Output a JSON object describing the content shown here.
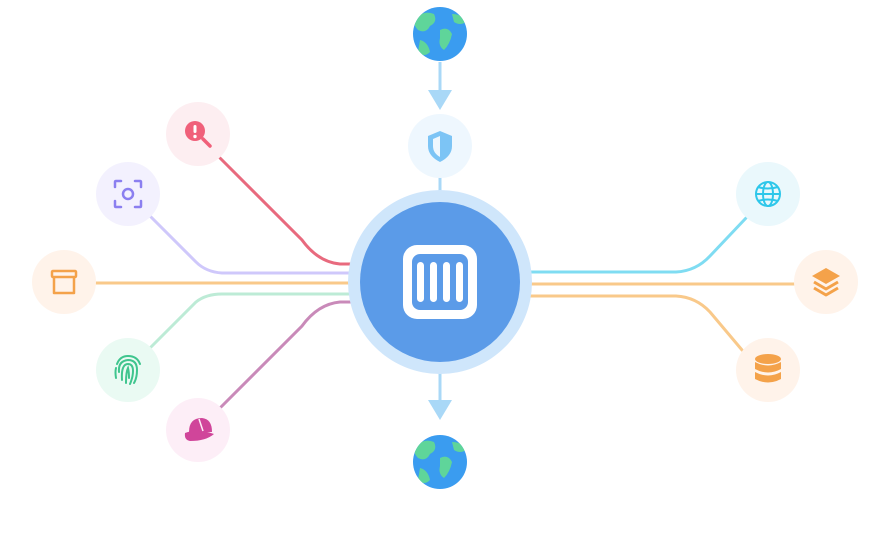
{
  "colors": {
    "hub_fill": "#5b9be8",
    "hub_halo": "#cfe6fb",
    "arrow": "#a9d8f7",
    "globe_ocean": "#3a9cf0",
    "globe_land": "#5fd59a"
  },
  "hub": {
    "icon": "firewall-grid-icon"
  },
  "top_node": {
    "icon": "globe-icon"
  },
  "bottom_node": {
    "icon": "globe-icon"
  },
  "shield_node": {
    "icon": "shield-icon",
    "color": "#7cc4f5",
    "bg": "#eef7fe"
  },
  "left_nodes": [
    {
      "id": "threat-search",
      "icon": "alert-search-icon",
      "color": "#f0607a",
      "bg": "#fdeef1",
      "line": "#e86a7e"
    },
    {
      "id": "scan",
      "icon": "scan-focus-icon",
      "color": "#8b7ff0",
      "bg": "#f3f1fe",
      "line": "#cfc8fb"
    },
    {
      "id": "archive",
      "icon": "archive-box-icon",
      "color": "#f4a24a",
      "bg": "#fff3ea",
      "line": "#f9c98a"
    },
    {
      "id": "fingerprint",
      "icon": "fingerprint-icon",
      "color": "#3fc58e",
      "bg": "#eafaf3",
      "line": "#bdebd6"
    },
    {
      "id": "hacker",
      "icon": "hacker-cap-icon",
      "color": "#d0459a",
      "bg": "#fdeef7",
      "line": "#c98ab9"
    }
  ],
  "right_nodes": [
    {
      "id": "web",
      "icon": "globe-outline-icon",
      "color": "#2ec7ea",
      "bg": "#eaf8fc",
      "line": "#7fdcf2"
    },
    {
      "id": "layers",
      "icon": "layers-icon",
      "color": "#f4a24a",
      "bg": "#fff3ea",
      "line": "#f9c98a"
    },
    {
      "id": "database",
      "icon": "database-icon",
      "color": "#f4a24a",
      "bg": "#fff3ea",
      "line": "#f9c98a"
    }
  ]
}
